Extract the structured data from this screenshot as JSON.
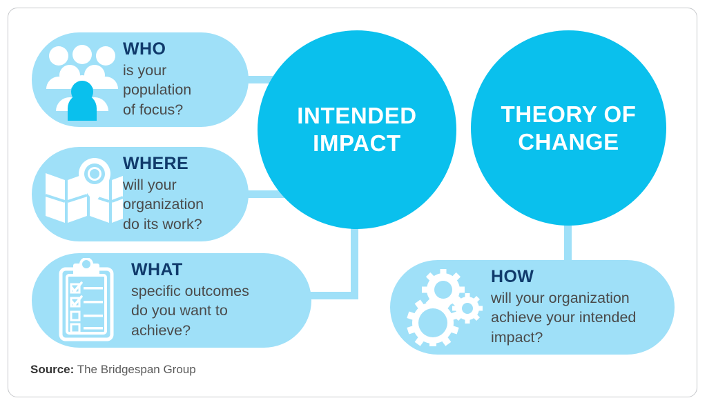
{
  "frame": {
    "border_color": "#c6c8cb",
    "background": "#ffffff"
  },
  "palette": {
    "circle_blue": "#0ac0ed",
    "card_light_blue": "#9fe0f8",
    "heading_navy": "#103a6b",
    "body_gray": "#4a4a4a",
    "icon_white": "#ffffff",
    "connector_blue": "#9fe0f8"
  },
  "circles": [
    {
      "id": "intended-impact",
      "label": "INTENDED\nIMPACT",
      "line1": "INTENDED",
      "line2": "IMPACT"
    },
    {
      "id": "theory-of-change",
      "label": "THEORY OF\nCHANGE",
      "line1": "THEORY OF",
      "line2": "CHANGE"
    }
  ],
  "cards": [
    {
      "id": "who",
      "title": "WHO",
      "body": "is your\npopulation\nof focus?",
      "icon": "people-group-icon"
    },
    {
      "id": "where",
      "title": "WHERE",
      "body": "will your\norganization\ndo its work?",
      "icon": "map-pin-icon"
    },
    {
      "id": "what",
      "title": "WHAT",
      "body": "specific outcomes\ndo you want to\nachieve?",
      "icon": "clipboard-checklist-icon"
    },
    {
      "id": "how",
      "title": "HOW",
      "body": "will your organization\nachieve your intended\nimpact?",
      "icon": "gears-icon"
    }
  ],
  "source": {
    "label": "Source:",
    "value": "The Bridgespan Group"
  }
}
